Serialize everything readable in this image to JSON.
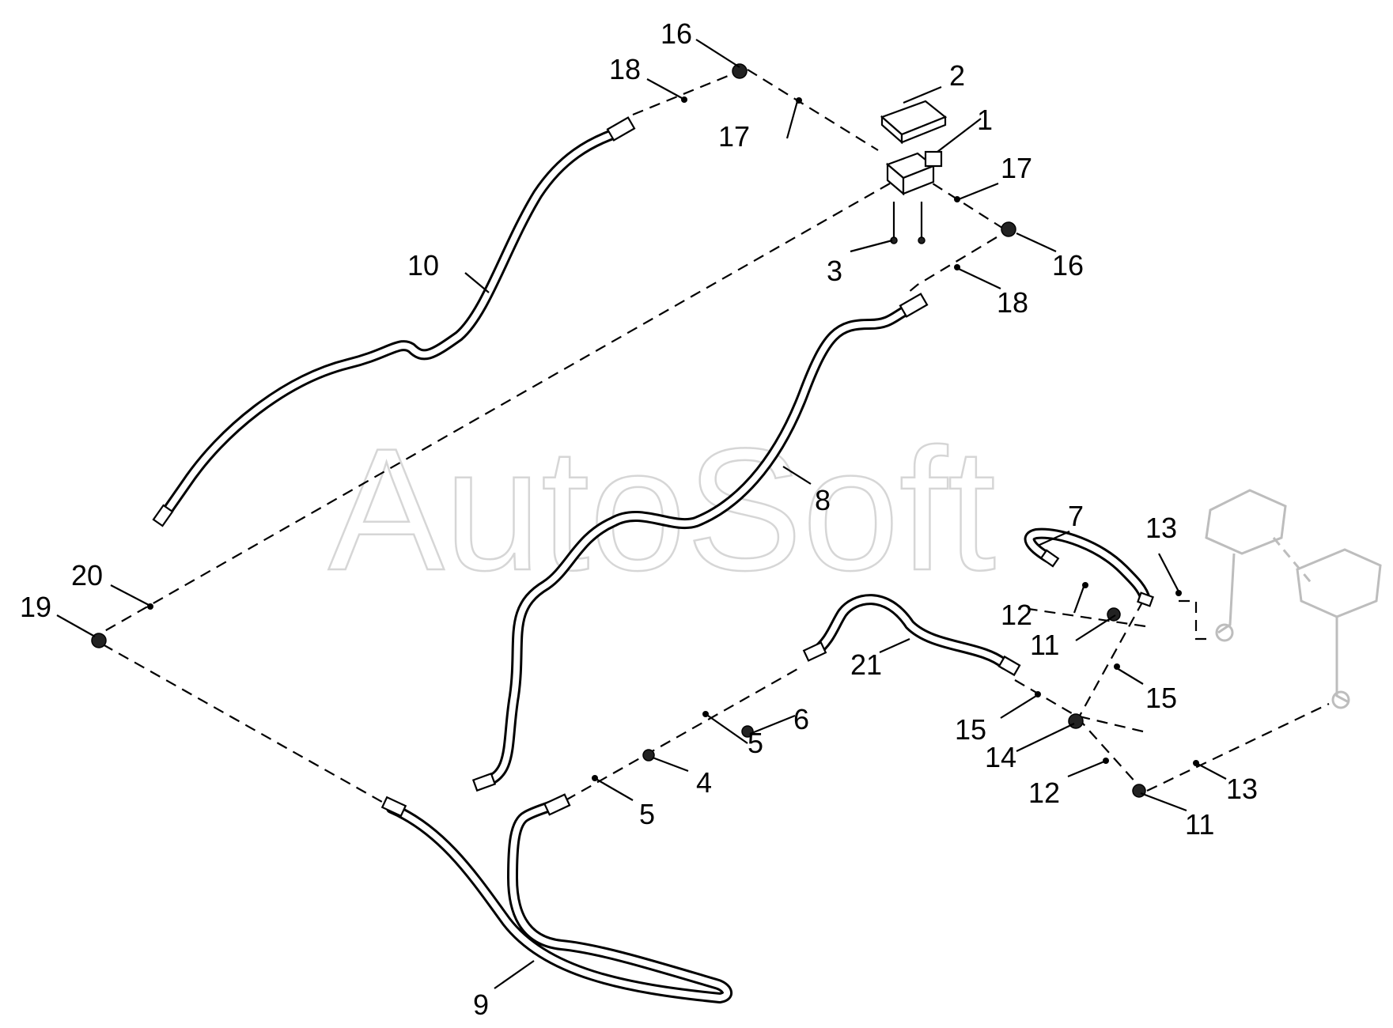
{
  "watermark": "AutoSoft",
  "callouts": [
    "1",
    "2",
    "3",
    "4",
    "5",
    "5",
    "6",
    "7",
    "8",
    "9",
    "10",
    "11",
    "11",
    "12",
    "12",
    "13",
    "13",
    "14",
    "15",
    "15",
    "16",
    "16",
    "17",
    "17",
    "18",
    "18",
    "19",
    "20",
    "21"
  ]
}
